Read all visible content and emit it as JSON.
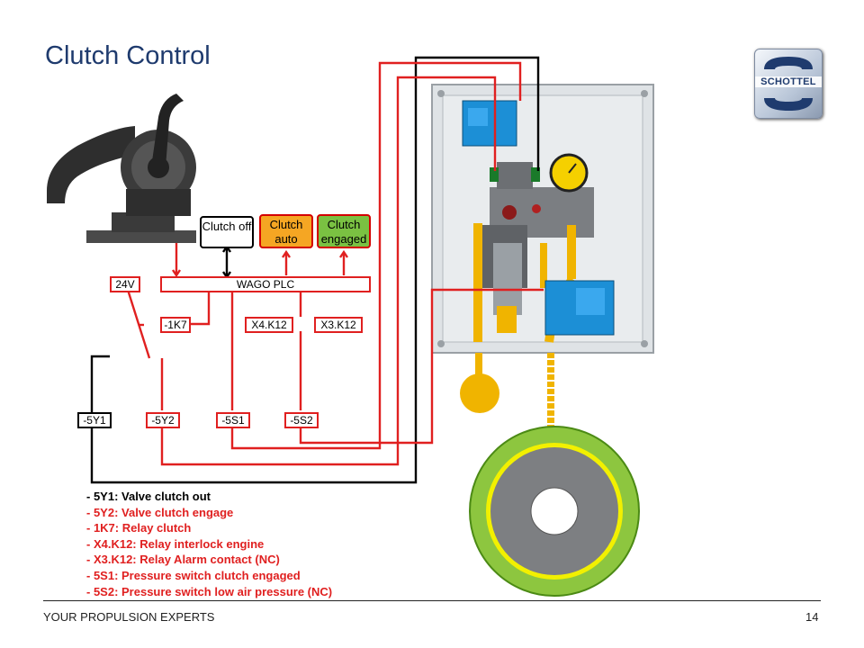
{
  "title": "Clutch Control",
  "logo": {
    "text": "SCHOTTEL"
  },
  "status_boxes": {
    "clutch_off": "Clutch off",
    "clutch_auto": "Clutch auto",
    "clutch_engaged": "Clutch engaged"
  },
  "plc": {
    "label": "WAGO PLC",
    "supply": "24V"
  },
  "relays": {
    "k7": "-1K7",
    "x4": "X4.K12",
    "x3": "X3.K12"
  },
  "devices": {
    "y1": "-5Y1",
    "y2": "-5Y2",
    "s1": "-5S1",
    "s2": "-5S2"
  },
  "legend": [
    {
      "text": "- 5Y1: Valve clutch out",
      "color": "#000000"
    },
    {
      "text": "- 5Y2: Valve clutch engage",
      "color": "#e02020"
    },
    {
      "text": "- 1K7: Relay clutch",
      "color": "#e02020"
    },
    {
      "text": "- X4.K12: Relay interlock engine",
      "color": "#e02020"
    },
    {
      "text": "- X3.K12: Relay Alarm  contact (NC)",
      "color": "#e02020"
    },
    {
      "text": "- 5S1: Pressure switch clutch engaged",
      "color": "#e02020"
    },
    {
      "text": "- 5S2: Pressure switch low air pressure (NC)",
      "color": "#e02020"
    }
  ],
  "footer": {
    "left": "YOUR PROPULSION EXPERTS",
    "page": "14"
  },
  "colors": {
    "wire_red": "#e02020",
    "wire_black": "#000000",
    "clutch_auto_fill": "#f5a623",
    "clutch_engaged_fill": "#7ac142",
    "title_blue": "#1f3b6e"
  }
}
